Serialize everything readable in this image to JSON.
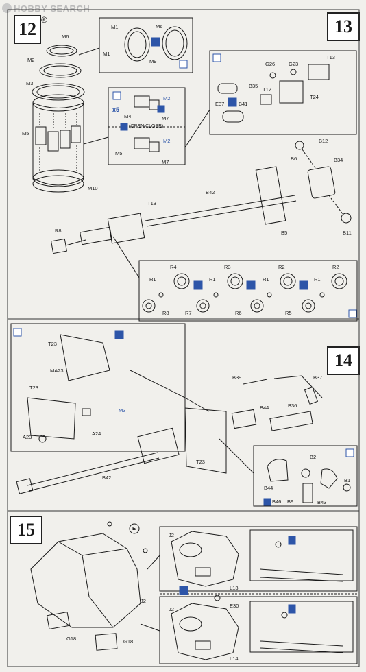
{
  "watermark": {
    "text": "HOBBY SEARCH"
  },
  "steps": [
    {
      "number": "12",
      "suffix": "®"
    },
    {
      "number": "13"
    },
    {
      "number": "14"
    },
    {
      "number": "15"
    }
  ],
  "note_open_close": "(OPEN/CLOSE)",
  "note_x5": "x5",
  "labels": {
    "m6a": "M6",
    "m6b": "M6",
    "m2": "M2",
    "m3": "M3",
    "m5": "M5",
    "m10": "M10",
    "m1a": "M1",
    "m1b": "M1",
    "m9": "M9",
    "m4": "M4",
    "m2b": "M2",
    "m7a": "M7",
    "m5b": "M5",
    "m2c": "M2",
    "m7b": "M7",
    "g26": "G26",
    "g23": "G23",
    "t13a": "T13",
    "e37": "E37",
    "b35": "B35",
    "t12": "T12",
    "b41": "B41",
    "t24": "T24",
    "b12": "B12",
    "b6": "B6",
    "b34": "B34",
    "b42a": "B42",
    "t13b": "T13",
    "r8a": "R8",
    "b5": "B5",
    "b11": "B11",
    "r4": "R4",
    "r3": "R3",
    "r2a": "R2",
    "r2b": "R2",
    "r1a": "R1",
    "r1b": "R1",
    "r1c": "R1",
    "r1d": "R1",
    "r8b": "R8",
    "r7": "R7",
    "r6": "R6",
    "r5": "R5",
    "t23a": "T23",
    "ma23": "MA23",
    "t23b": "T23",
    "m3b": "M3",
    "a23": "A23",
    "a24": "A24",
    "b39": "B39",
    "b37": "B37",
    "b44a": "B44",
    "b36": "B36",
    "t23c": "T23",
    "b42b": "B42",
    "b2": "B2",
    "b1": "B1",
    "b44b": "B44",
    "b46": "B46",
    "b9": "B9",
    "b43": "B43",
    "j2a": "J2",
    "j2b": "J2",
    "j2c": "J2",
    "l13": "L13",
    "e30": "E30",
    "l14": "L14",
    "g18a": "G18",
    "g18b": "G18",
    "e_circle": "E"
  },
  "colors": {
    "line": "#1a1a1a",
    "accent": "#2d55a8",
    "paper": "#f1f0ec"
  }
}
